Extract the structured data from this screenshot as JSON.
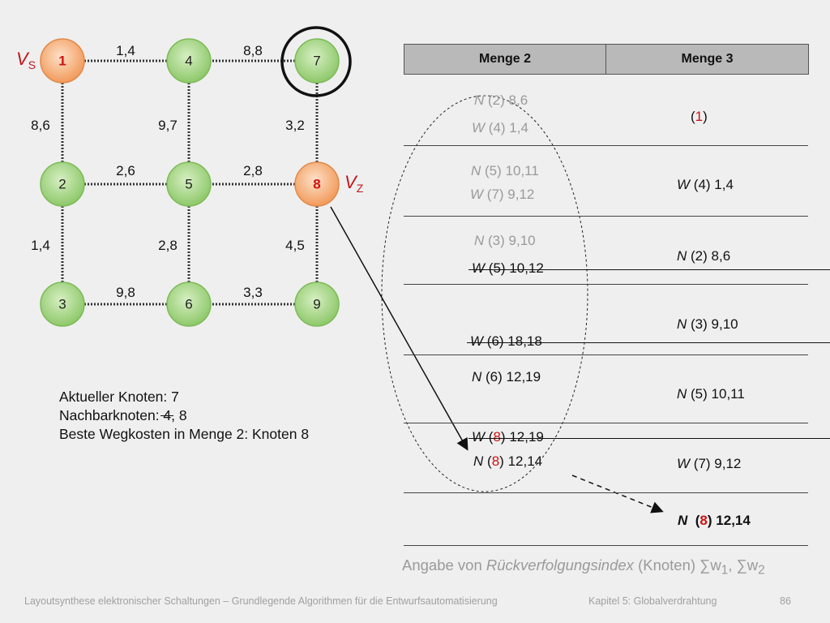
{
  "graph": {
    "vs_label": "V",
    "vs_sub": "S",
    "vz_label": "V",
    "vz_sub": "Z",
    "nodes": [
      {
        "id": "1",
        "highlight": true,
        "color": "#f5b27e"
      },
      {
        "id": "4",
        "highlight": false,
        "color": "#9fd07c"
      },
      {
        "id": "7",
        "highlight": false,
        "color": "#9fd07c"
      },
      {
        "id": "2",
        "highlight": false,
        "color": "#9fd07c"
      },
      {
        "id": "5",
        "highlight": false,
        "color": "#9fd07c"
      },
      {
        "id": "8",
        "highlight": true,
        "color": "#f5b27e"
      },
      {
        "id": "3",
        "highlight": false,
        "color": "#9fd07c"
      },
      {
        "id": "6",
        "highlight": false,
        "color": "#9fd07c"
      },
      {
        "id": "9",
        "highlight": false,
        "color": "#9fd07c"
      }
    ],
    "edge_labels": {
      "e1_4": "1,4",
      "e4_7": "8,8",
      "e1_2": "8,6",
      "e4_5": "9,7",
      "e7_8": "3,2",
      "e2_5": "2,6",
      "e5_8": "2,8",
      "e2_3": "1,4",
      "e5_6": "2,8",
      "e8_9": "4,5",
      "e3_6": "9,8",
      "e6_9": "3,3"
    }
  },
  "info": {
    "line1": "Aktueller Knoten: 7",
    "line2_prefix": "Nachbarknoten: ",
    "line2_struck": "4",
    "line2_suffix": ", 8",
    "line3": "Beste Wegkosten in Menge 2: Knoten 8"
  },
  "table": {
    "header_menge2": "Menge 2",
    "header_menge3": "Menge 3",
    "rows": [
      {
        "m2": [
          {
            "dir": "N",
            "node": "(2)",
            "val": "8,6",
            "style": "grey"
          },
          {
            "dir": "W",
            "node": "(4)",
            "val": "1,4",
            "style": "grey"
          }
        ],
        "m3_open": "(",
        "m3_node": "1",
        "m3_close": ")"
      },
      {
        "m2": [
          {
            "dir": "N",
            "node": "(5)",
            "val": "10,11",
            "style": "grey"
          },
          {
            "dir": "W",
            "node": "(7)",
            "val": "9,12",
            "style": "grey"
          }
        ],
        "m3": {
          "dir": "W",
          "node": "(4)",
          "val": "1,4"
        }
      },
      {
        "m2": [
          {
            "dir": "N",
            "node": "(3)",
            "val": "9,10",
            "style": "grey"
          },
          {
            "dir": "W",
            "node": "(5)",
            "val": "10,12",
            "style": "struck"
          }
        ],
        "m3": {
          "dir": "N",
          "node": "(2)",
          "val": "8,6"
        }
      },
      {
        "m2": [
          {
            "dir": "W",
            "node": "(6)",
            "val": "18,18",
            "style": "struck"
          }
        ],
        "m3": {
          "dir": "N",
          "node": "(3)",
          "val": "9,10"
        }
      },
      {
        "m2": [
          {
            "dir": "N",
            "node": "(6)",
            "val": "12,19",
            "style": "normal"
          },
          {
            "dir": "W",
            "node_open": "(",
            "node_id": "8",
            "node_close": ")",
            "val": "12,19",
            "style": "struck"
          }
        ],
        "m3": {
          "dir": "N",
          "node": "(5)",
          "val": "10,11"
        }
      },
      {
        "m2": [
          {
            "dir": "N",
            "node_open": "(",
            "node_id": "8",
            "node_close": ")",
            "val": "12,14",
            "style": "normal"
          }
        ],
        "m3": {
          "dir": "W",
          "node": "(7)",
          "val": "9,12"
        }
      },
      {
        "m2": [],
        "m3_final": {
          "dir": "N",
          "node_open": "(",
          "node_id": "8",
          "node_close": ")",
          "val": "12,14"
        }
      }
    ]
  },
  "caption": {
    "prefix": "Angabe von ",
    "italic": "Rückverfolgungsindex",
    "suffix": " (Knoten) ∑w",
    "sub1": "1",
    "mid": ", ∑w",
    "sub2": "2"
  },
  "footer": {
    "left": "Layoutsynthese elektronischer Schaltungen – Grundlegende Algorithmen für die Entwurfsautomatisierung",
    "chapter": "Kapitel 5: Globalverdrahtung",
    "page": "86"
  }
}
